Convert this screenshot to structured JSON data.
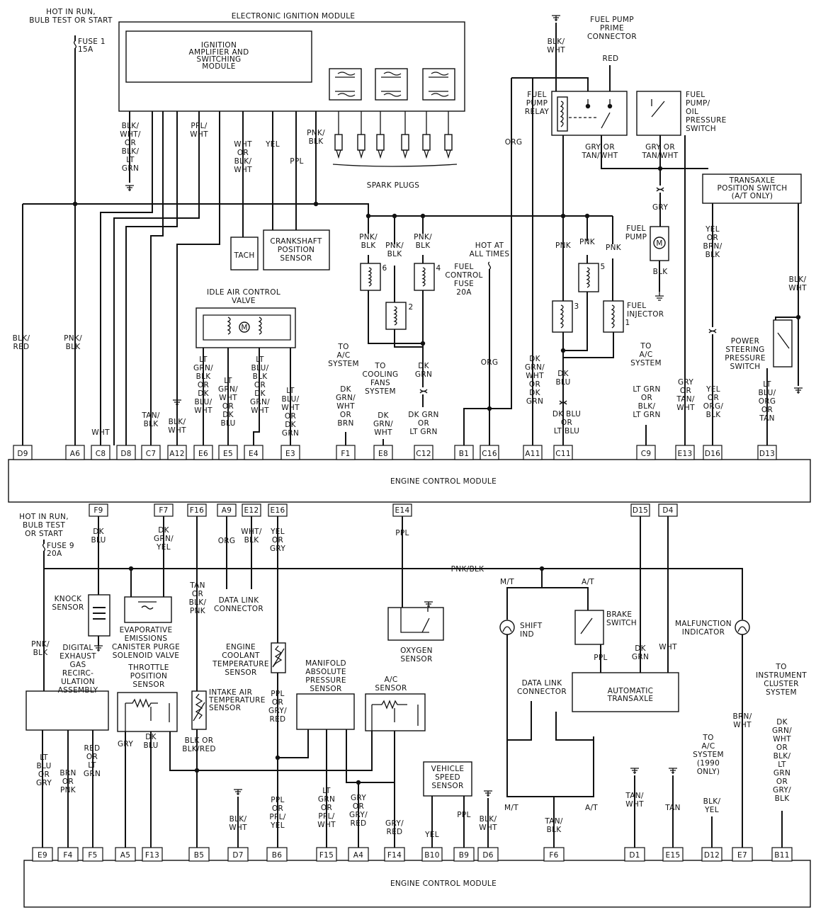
{
  "modules": {
    "ecm_top": "ENGINE CONTROL MODULE",
    "ecm_bottom": "ENGINE CONTROL MODULE",
    "eim_title": "ELECTRONIC IGNITION MODULE",
    "ign_amp": [
      "IGNITION",
      "AMPLIFIER AND",
      "SWITCHING",
      "MODULE"
    ],
    "spark_plugs": "SPARK PLUGS",
    "tach": "TACH",
    "crank": [
      "CRANKSHAFT",
      "POSITION",
      "SENSOR"
    ],
    "iac": [
      "IDLE AIR CONTROL",
      "VALVE"
    ],
    "fuel_pump_prime": [
      "FUEL PUMP",
      "PRIME",
      "CONNECTOR"
    ],
    "fuel_pump_relay": [
      "FUEL",
      "PUMP",
      "RELAY"
    ],
    "fuel_pump_oil": [
      "FUEL",
      "PUMP/",
      "OIL",
      "PRESSURE",
      "SWITCH"
    ],
    "fuel_pump": [
      "FUEL",
      "PUMP"
    ],
    "transaxle_switch": [
      "TRANSAXLE",
      "POSITION SWITCH",
      "(A/T ONLY)"
    ],
    "power_steering": [
      "POWER",
      "STEERING",
      "PRESSURE",
      "SWITCH"
    ],
    "fuel_injector": [
      "FUEL",
      "INJECTOR"
    ],
    "hot_at_all": [
      "HOT AT",
      "ALL TIMES"
    ],
    "fuel_ctrl_fuse": [
      "FUEL",
      "CONTROL",
      "FUSE",
      "20A"
    ],
    "hot_in_run_1": [
      "HOT IN RUN,",
      "BULB TEST OR START"
    ],
    "fuse1": [
      "FUSE 1",
      "15A"
    ],
    "hot_in_run_2": [
      "HOT IN RUN,",
      "BULB TEST",
      "OR START"
    ],
    "fuse9": [
      "FUSE 9",
      "20A"
    ],
    "knock": [
      "KNOCK",
      "SENSOR"
    ],
    "evap": [
      "EVAPORATIVE",
      "EMISSIONS",
      "CANISTER PURGE",
      "SOLENOID VALVE"
    ],
    "egr": [
      "DIGITAL",
      "EXHAUST",
      "GAS",
      "RECIRC-",
      "ULATION",
      "ASSEMBLY"
    ],
    "tps": [
      "THROTTLE",
      "POSITION",
      "SENSOR"
    ],
    "iat": [
      "INTAKE AIR",
      "TEMPERATURE",
      "SENSOR"
    ],
    "ect": [
      "ENGINE",
      "COOLANT",
      "TEMPERATURE",
      "SENSOR"
    ],
    "map": [
      "MANIFOLD",
      "ABSOLUTE",
      "PRESSURE",
      "SENSOR"
    ],
    "ac_sensor": [
      "A/C",
      "SENSOR"
    ],
    "data_link_1": [
      "DATA LINK",
      "CONNECTOR"
    ],
    "oxygen": [
      "OXYGEN",
      "SENSOR"
    ],
    "vss": [
      "VEHICLE",
      "SPEED",
      "SENSOR"
    ],
    "shift_ind": [
      "SHIFT",
      "IND"
    ],
    "brake_switch": [
      "BRAKE",
      "SWITCH"
    ],
    "data_link_2": [
      "DATA LINK",
      "CONNECTOR"
    ],
    "auto_trans": [
      "AUTOMATIC",
      "TRANSAXLE"
    ],
    "malfunction": [
      "MALFUNCTION",
      "INDICATOR"
    ],
    "to_instrument": [
      "TO",
      "INSTRUMENT",
      "CLUSTER",
      "SYSTEM"
    ],
    "to_ac_1990": [
      "TO",
      "A/C",
      "SYSTEM",
      "(1990",
      "ONLY)"
    ],
    "to_ac_f1": [
      "TO",
      "A/C",
      "SYSTEM"
    ],
    "to_cooling": [
      "TO",
      "COOLING",
      "FANS",
      "SYSTEM"
    ],
    "to_ac_c9": [
      "TO",
      "A/C",
      "SYSTEM"
    ],
    "mt": "M/T",
    "at": "A/T",
    "pnk_blk_bus": "PNK/BLK"
  },
  "pins_top": [
    "D9",
    "A6",
    "C8",
    "D8",
    "C7",
    "A12",
    "E6",
    "E5",
    "E4",
    "E3",
    "F1",
    "E8",
    "C12",
    "B1",
    "C16",
    "A11",
    "C11",
    "C9",
    "E13",
    "D16",
    "D13"
  ],
  "pins_mid": [
    "F9",
    "F7",
    "F16",
    "A9",
    "E12",
    "E16",
    "E14",
    "D15",
    "D4"
  ],
  "pins_bottom": [
    "E9",
    "F4",
    "F5",
    "A5",
    "F13",
    "B5",
    "D7",
    "B6",
    "F15",
    "A4",
    "F14",
    "B10",
    "B9",
    "D6",
    "F6",
    "D1",
    "E15",
    "D12",
    "E7",
    "B11"
  ],
  "coil_numbers": [
    "6",
    "4",
    "2",
    "3",
    "5",
    "1"
  ],
  "wire_labels": {
    "d9": [
      "BLK/",
      "RED"
    ],
    "a6": [
      "PNK/",
      "BLK"
    ],
    "c8": [
      "WHT"
    ],
    "eim_gnd": [
      "BLK/",
      "WHT/",
      "OR",
      "BLK/",
      "LT",
      "GRN"
    ],
    "ppl_wht": [
      "PPL/",
      "WHT"
    ],
    "wht_blk": [
      "WHT",
      "OR",
      "BLK/",
      "WHT"
    ],
    "yel": [
      "YEL"
    ],
    "ppl": [
      "PPL"
    ],
    "pnk_blk_eim": [
      "PNK/",
      "BLK"
    ],
    "c7": [
      "TAN/",
      "BLK"
    ],
    "a12": [
      "BLK/",
      "WHT"
    ],
    "e6": [
      "LT",
      "GRN/",
      "BLK",
      "OR",
      "DK",
      "BLU/",
      "WHT"
    ],
    "e5": [
      "LT",
      "GRN/",
      "WHT",
      "OR",
      "DK",
      "BLU"
    ],
    "e4": [
      "LT",
      "BLU/",
      "BLK",
      "OR",
      "DK",
      "GRN/",
      "WHT"
    ],
    "e3": [
      "LT",
      "BLU/",
      "WHT",
      "OR",
      "DK",
      "GRN"
    ],
    "f1": [
      "DK",
      "GRN/",
      "WHT",
      "OR",
      "BRN"
    ],
    "e8": [
      "DK",
      "GRN/",
      "WHT"
    ],
    "c12_top": [
      "DK",
      "GRN"
    ],
    "c12": [
      "DK GRN",
      "OR",
      "LT GRN"
    ],
    "inj6": [
      "PNK/",
      "BLK"
    ],
    "inj2": [
      "PNK/",
      "BLK"
    ],
    "inj4": [
      "PNK/",
      "BLK"
    ],
    "c16": [
      "ORG"
    ],
    "org_relay": [
      "ORG"
    ],
    "blk_wht_relay": [
      "BLK/",
      "WHT"
    ],
    "red": [
      "RED"
    ],
    "a11": [
      "DK",
      "GRN/",
      "WHT",
      "OR",
      "DK",
      "GRN"
    ],
    "pnk3": [
      "PNK"
    ],
    "pnk5": [
      "PNK"
    ],
    "pnk1": [
      "PNK"
    ],
    "c11_top": [
      "DK",
      "BLU"
    ],
    "c11": [
      "DK BLU",
      "OR",
      "LT BLU"
    ],
    "c9": [
      "LT GRN",
      "OR",
      "BLK/",
      "LT GRN"
    ],
    "relay_out": [
      "GRY OR",
      "TAN/WHT"
    ],
    "oil_out": [
      "GRY OR",
      "TAN/WHT"
    ],
    "gry": [
      "GRY"
    ],
    "blk": [
      "BLK"
    ],
    "e13": [
      "GRY",
      "OR",
      "TAN/",
      "WHT"
    ],
    "d16_top": [
      "YEL",
      "OR",
      "BRN/",
      "BLK"
    ],
    "d16": [
      "YEL",
      "OR",
      "ORG/",
      "BLK"
    ],
    "ps_blk_wht": [
      "BLK/",
      "WHT"
    ],
    "d13": [
      "LT",
      "BLU/",
      "ORG",
      "OR",
      "TAN"
    ],
    "f9": [
      "DK",
      "BLU"
    ],
    "f7": [
      "DK",
      "GRN/",
      "YEL"
    ],
    "f16": [
      "TAN",
      "OR",
      "BLK/",
      "PNK"
    ],
    "a9": [
      "ORG"
    ],
    "e12": [
      "WHT/",
      "BLK"
    ],
    "e16": [
      "YEL",
      "OR",
      "GRY"
    ],
    "e14": [
      "PPL"
    ],
    "pnk_blk_egr": [
      "PNK/",
      "BLK"
    ],
    "e9": [
      "LT",
      "BLU",
      "OR",
      "GRY"
    ],
    "f4": [
      "BRN",
      "OR",
      "PNK"
    ],
    "f5": [
      "RED",
      "OR",
      "LT",
      "GRN"
    ],
    "a5": [
      "GRY"
    ],
    "f13": [
      "DK",
      "BLU"
    ],
    "b5": [
      "BLK OR",
      "BLK/RED"
    ],
    "d7": [
      "BLK/",
      "WHT"
    ],
    "ect_out": [
      "PPL",
      "OR",
      "GRY/",
      "RED"
    ],
    "b6": [
      "PPL",
      "OR",
      "PPL/",
      "YEL"
    ],
    "f15": [
      "LT",
      "GRN",
      "OR",
      "PPL/",
      "WHT"
    ],
    "a4": [
      "GRY",
      "OR",
      "GRY/",
      "RED"
    ],
    "f14": [
      "GRY/",
      "RED"
    ],
    "b10": [
      "YEL"
    ],
    "b9": [
      "PPL"
    ],
    "d6": [
      "BLK/",
      "WHT"
    ],
    "f6": [
      "TAN/",
      "BLK"
    ],
    "brake_ppl": [
      "PPL"
    ],
    "d15": [
      "DK",
      "GRN"
    ],
    "d4": [
      "WHT"
    ],
    "d1": [
      "TAN/",
      "WHT"
    ],
    "e15": [
      "TAN"
    ],
    "d12": [
      "BLK/",
      "YEL"
    ],
    "e7": [
      "BRN/",
      "WHT"
    ],
    "b11": [
      "DK",
      "GRN/",
      "WHT",
      "OR",
      "BLK/",
      "LT",
      "GRN",
      "OR",
      "GRY/",
      "BLK"
    ]
  }
}
